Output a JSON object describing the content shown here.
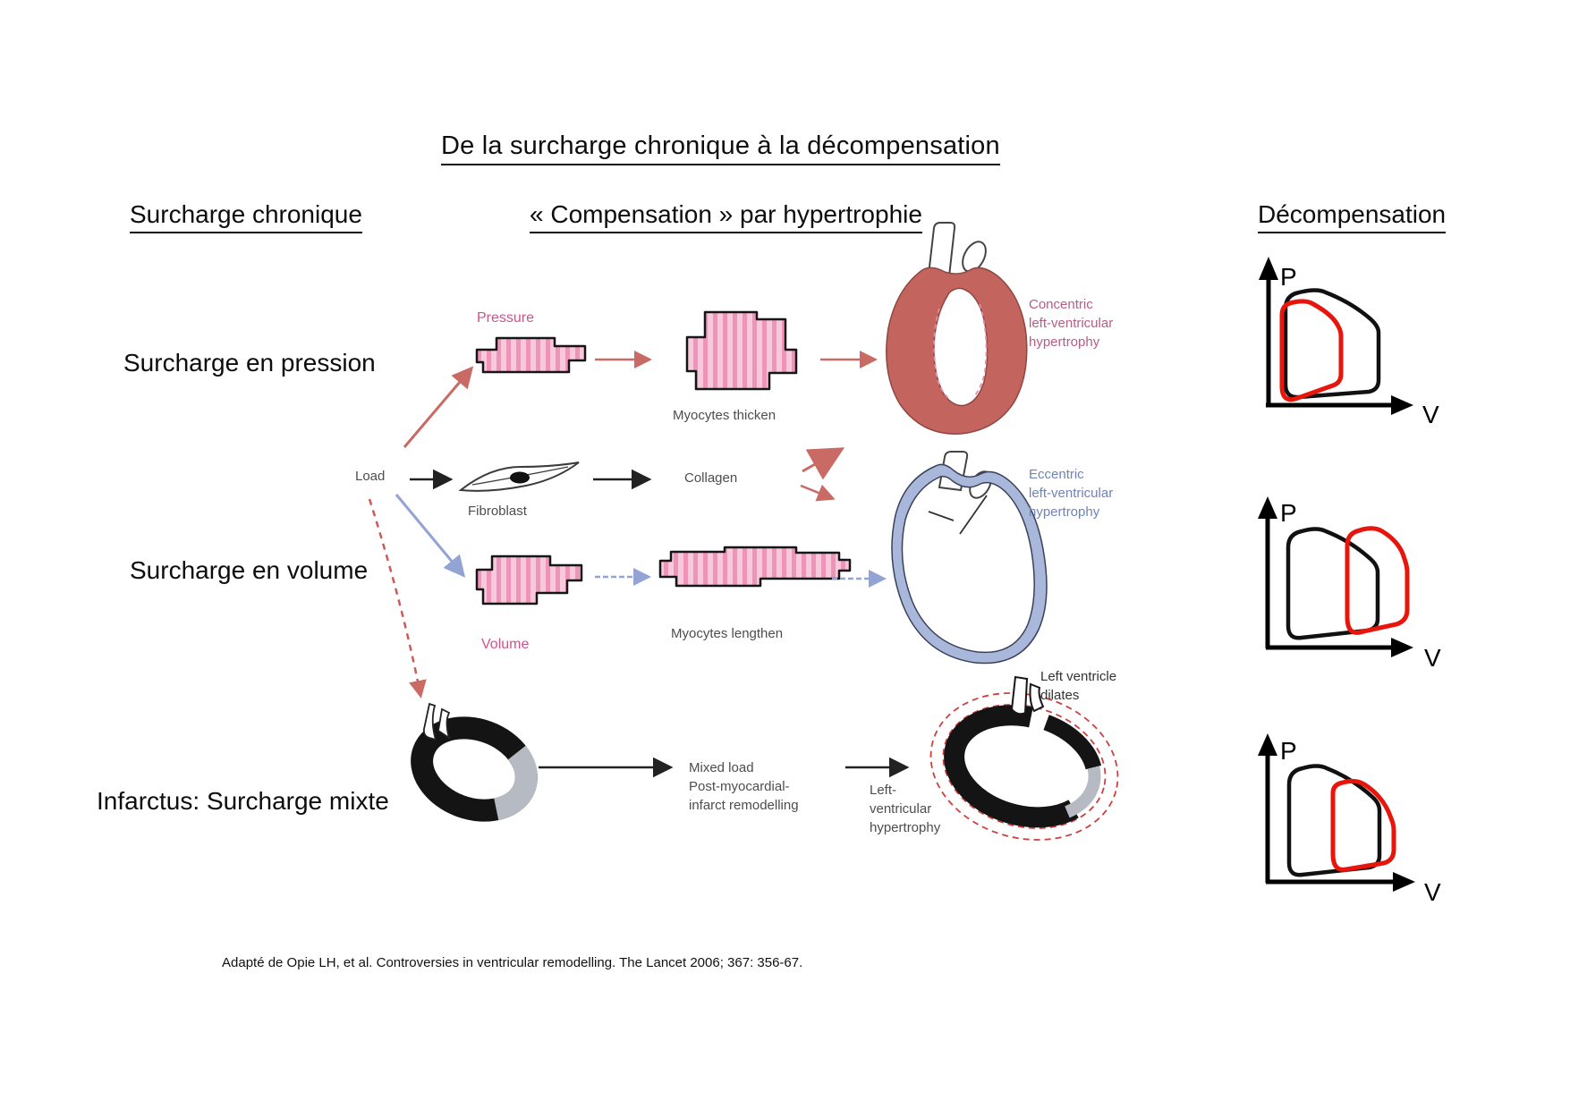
{
  "title": "De la surcharge chronique à la décompensation",
  "headers": {
    "left": "Surcharge chronique",
    "center": "« Compensation » par hypertrophie",
    "right": "Décompensation"
  },
  "row_labels": {
    "pressure": "Surcharge en pression",
    "volume": "Surcharge en volume",
    "infarct": "Infarctus: Surcharge mixte"
  },
  "lancet_figure": {
    "load": "Load",
    "pressure": "Pressure",
    "volume": "Volume",
    "fibroblast": "Fibroblast",
    "collagen": "Collagen",
    "myocytes_thicken": "Myocytes thicken",
    "myocytes_lengthen": "Myocytes lengthen",
    "concentric_lvh": "Concentric\nleft-ventricular\nhypertrophy",
    "eccentric_lvh": "Eccentric\nleft-ventricular\nhypertrophy",
    "left_ventricle_dilates": "Left ventricle\ndilates",
    "mixed_load": "Mixed load\nPost-myocardial-\ninfarct remodelling",
    "lv_hypertrophy": "Left-\nventricular\nhypertrophy"
  },
  "pv_axes": {
    "pressure": "P",
    "volume": "V"
  },
  "citation": "Adapté de Opie LH, et al. Controversies in ventricular remodelling. The Lancet 2006; 367: 356-67.",
  "colors": {
    "pink_label": "#d05190",
    "concentric_text": "#b85c86",
    "eccentric_text": "#6f83bb",
    "red_arrow": "#c96a64",
    "blue_arrow": "#93a3d4",
    "concentric_wall": "#c4645e",
    "eccentric_wall": "#a9b7db",
    "infarct_gray": "#b6bac2",
    "dashed_red": "#cc4444",
    "loop_red": "#e8150d",
    "loop_black": "#111111"
  }
}
